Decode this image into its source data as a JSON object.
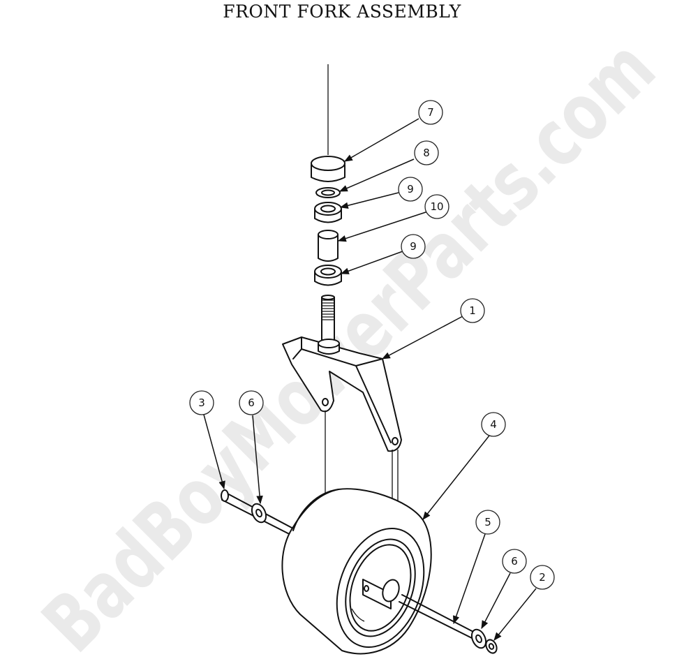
{
  "title": "FRONT FORK ASSEMBLY",
  "watermark": "BadBoyMowerParts.com",
  "callouts": [
    {
      "id": "c7",
      "label": "7"
    },
    {
      "id": "c8",
      "label": "8"
    },
    {
      "id": "c9a",
      "label": "9"
    },
    {
      "id": "c10",
      "label": "10"
    },
    {
      "id": "c9b",
      "label": "9"
    },
    {
      "id": "c1",
      "label": "1"
    },
    {
      "id": "c3",
      "label": "3"
    },
    {
      "id": "c6a",
      "label": "6"
    },
    {
      "id": "c4",
      "label": "4"
    },
    {
      "id": "c5",
      "label": "5"
    },
    {
      "id": "c6b",
      "label": "6"
    },
    {
      "id": "c2",
      "label": "2"
    }
  ]
}
